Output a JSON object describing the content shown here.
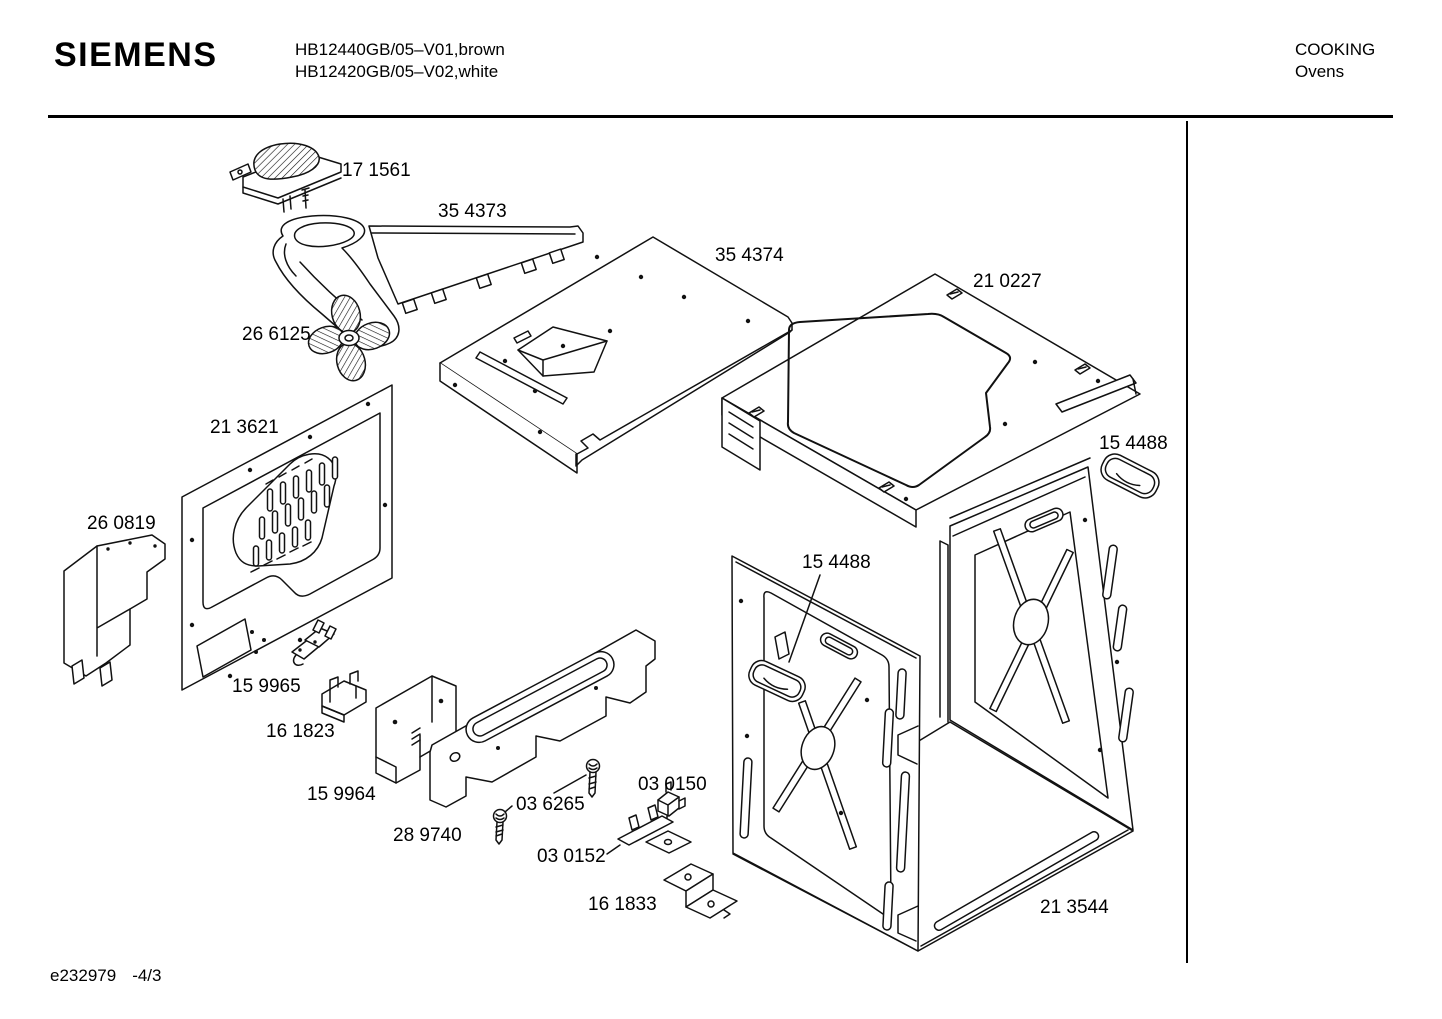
{
  "header": {
    "brand": "SIEMENS",
    "models": [
      "HB12440GB/05–V01,brown",
      "HB12420GB/05–V02,white"
    ],
    "category": "COOKING",
    "subcategory": "Ovens"
  },
  "footer": {
    "document_code": "e232979",
    "sheet": "-4/3"
  },
  "diagram": {
    "kind": "exploded-parts-diagram",
    "parts": [
      {
        "id": "motor-assembly",
        "number": "17 1561"
      },
      {
        "id": "fan-duct-cover",
        "number": "35 4373"
      },
      {
        "id": "top-cover-panel",
        "number": "35 4374"
      },
      {
        "id": "top-frame",
        "number": "21 0227"
      },
      {
        "id": "fan-impeller",
        "number": "26 6125"
      },
      {
        "id": "rear-panel",
        "number": "21 3621"
      },
      {
        "id": "bumper-right",
        "number": "15 4488"
      },
      {
        "id": "air-deflector",
        "number": "26 0819"
      },
      {
        "id": "bumper-left",
        "number": "15 4488"
      },
      {
        "id": "terminal-block",
        "number": "15 9965"
      },
      {
        "id": "clamp-bracket",
        "number": "16 1823"
      },
      {
        "id": "mounting-plate",
        "number": "15 9964"
      },
      {
        "id": "cross-rail",
        "number": "28 9740"
      },
      {
        "id": "screw",
        "number": "03 6265"
      },
      {
        "id": "clip",
        "number": "03 0150"
      },
      {
        "id": "rail-bracket",
        "number": "03 0152"
      },
      {
        "id": "angle-bracket",
        "number": "16 1833"
      },
      {
        "id": "oven-cavity",
        "number": "21 3544"
      }
    ]
  }
}
